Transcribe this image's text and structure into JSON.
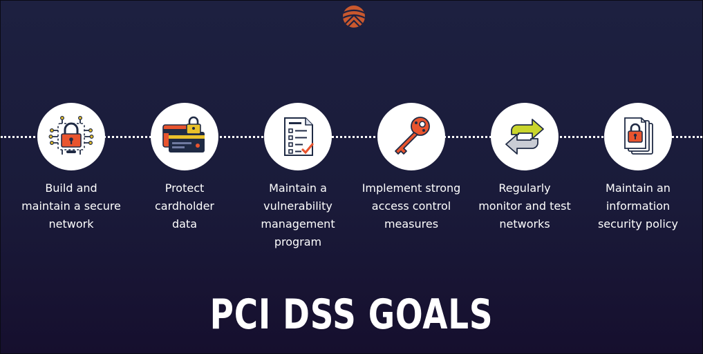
{
  "title": "PCI DSS GOALS",
  "colors": {
    "background_top": "#1d2040",
    "background_bottom": "#160f2e",
    "accent_orange": "#e8542e",
    "accent_yellow": "#e9c12b",
    "accent_lime": "#c9d52c",
    "icon_navy": "#1f2a44"
  },
  "goals": [
    {
      "label": "Build and\nmaintain a secure\nnetwork",
      "icon": "network-lock-icon"
    },
    {
      "label": "Protect\ncardholder\ndata",
      "icon": "credit-card-lock-icon"
    },
    {
      "label": "Maintain a\nvulnerability\nmanagement\nprogram",
      "icon": "checklist-document-icon"
    },
    {
      "label": "Implement strong\naccess control\nmeasures",
      "icon": "key-icon"
    },
    {
      "label": "Regularly\nmonitor and test\nnetworks",
      "icon": "refresh-cycle-icon"
    },
    {
      "label": "Maintain an\ninformation\nsecurity policy",
      "icon": "locked-documents-icon"
    }
  ]
}
